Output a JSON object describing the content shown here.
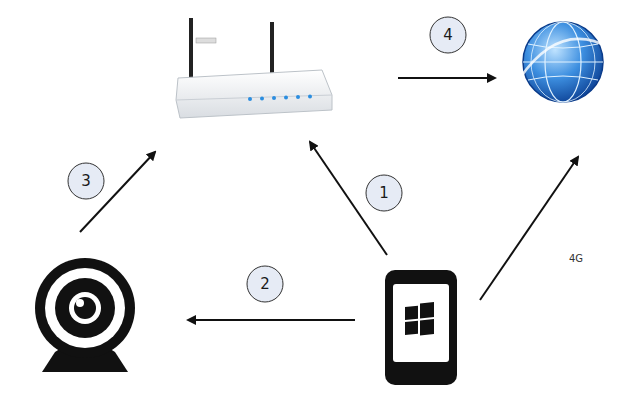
{
  "diagram": {
    "labels": [
      "4",
      "3",
      "1",
      "2",
      "4G"
    ]
  }
}
